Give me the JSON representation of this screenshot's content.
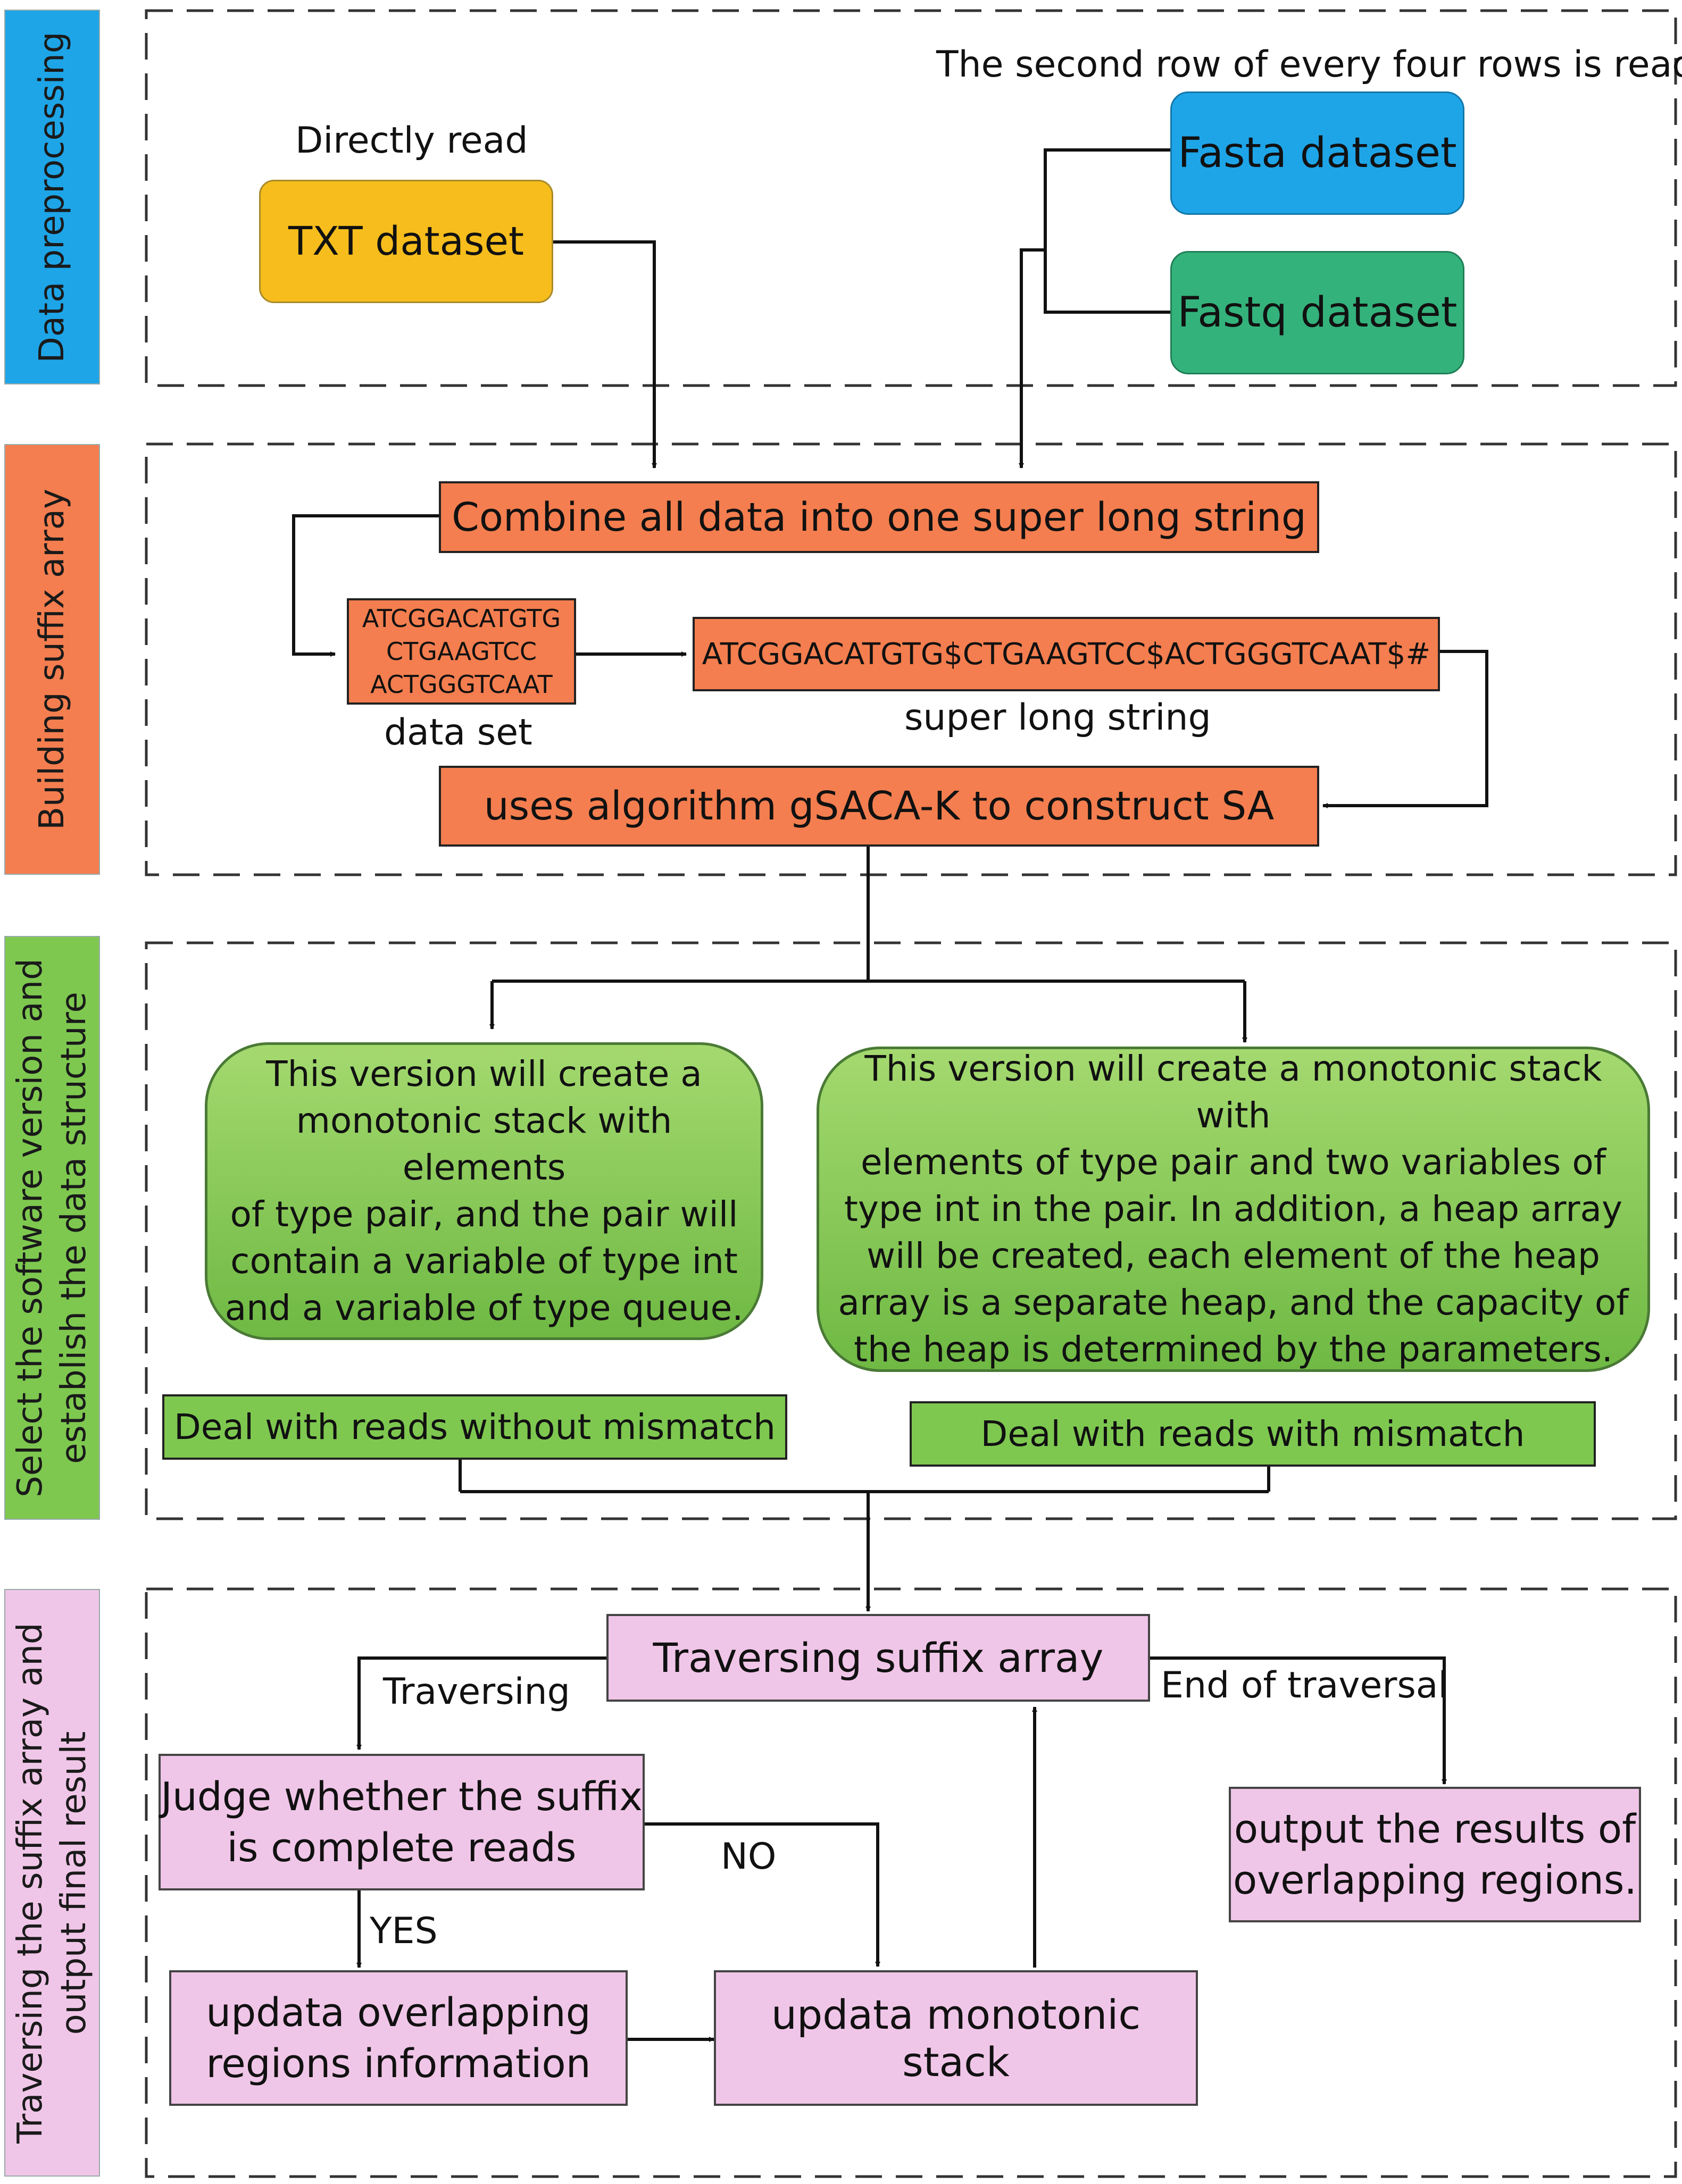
{
  "sections": {
    "data_preprocessing": "Data preprocessing",
    "building_suffix_array": "Building suffix array",
    "select_version": [
      "Select the software version and",
      "establish the data structure"
    ],
    "traversing": [
      "Traversing the suffix array and",
      "output  final result"
    ]
  },
  "preprocessing": {
    "directly_read": "Directly read",
    "second_row_note": "The second row of every four rows is read",
    "txt_dataset": "TXT dataset",
    "fasta_dataset": "Fasta dataset",
    "fastq_dataset": "Fastq dataset"
  },
  "building": {
    "combine": "Combine all data into one super long string",
    "dataset_lines": [
      "ATCGGACATGTG",
      "CTGAAGTCC",
      "ACTGGGTCAAT"
    ],
    "dataset_caption": "data set",
    "super_string": "ATCGGACATGTG$CTGAAGTCC$ACTGGGTCAAT$#",
    "super_string_caption": "super long string",
    "gsaca": "uses algorithm gSACA-K to construct SA"
  },
  "versions": {
    "left_text": [
      "This version will create a",
      "monotonic stack with elements",
      "of type pair, and the pair will",
      "contain a variable of type int",
      "and a variable of type queue."
    ],
    "right_text": [
      "This version will create a monotonic stack with",
      "elements of type pair and two variables of",
      "type int in the pair. In addition, a heap array",
      "will be created, each element of the heap",
      "array is a separate heap, and the capacity of",
      "the heap is determined by the parameters."
    ],
    "no_mismatch": "Deal with reads without mismatch",
    "with_mismatch": "Deal with reads with mismatch"
  },
  "traversal": {
    "traversing_sa": "Traversing suffix array",
    "traversing_label": "Traversing",
    "end_label": "End of traversal",
    "judge": [
      "Judge whether the suffix",
      "is complete reads"
    ],
    "no_label": "NO",
    "yes_label": "YES",
    "update_regions": [
      "updata overlapping",
      "regions information"
    ],
    "update_stack": "updata monotonic stack",
    "output": [
      "output the results of",
      "overlapping regions."
    ]
  },
  "colors": {
    "blue": "#1ea5e8",
    "orange": "#f47e4f",
    "green": "#7ec850",
    "pink": "#f0c6e8",
    "yellow": "#f6bd1c"
  }
}
